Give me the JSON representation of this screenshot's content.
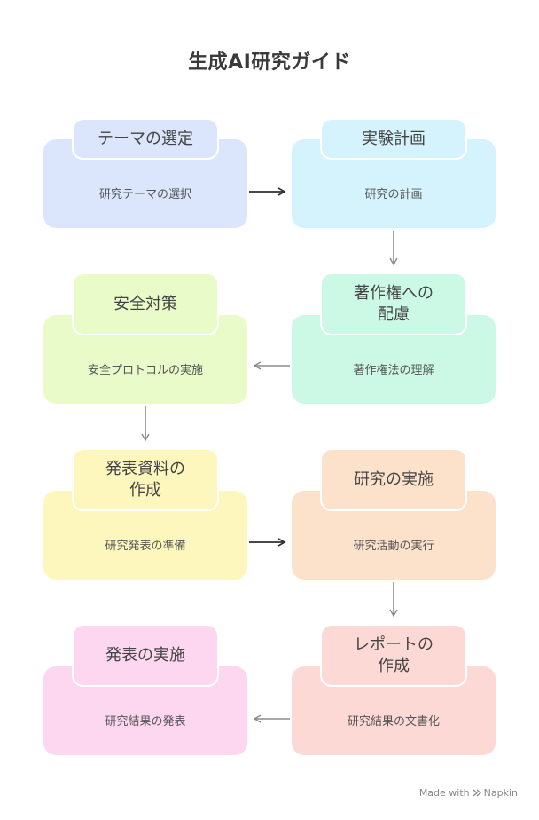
{
  "title": "生成AI研究ガイド",
  "steps": [
    {
      "title": "テーマの選定",
      "desc": "研究テーマの選択",
      "color": "#dbe6fd",
      "tab_color": "#dbe6fd"
    },
    {
      "title": "実験計画",
      "desc": "研究の計画",
      "color": "#d4f3fc",
      "tab_color": "#d4f3fc"
    },
    {
      "title": "著作権への\n配慮",
      "desc": "著作権法の理解",
      "color": "#ccf8e6",
      "tab_color": "#ccf8e6"
    },
    {
      "title": "安全対策",
      "desc": "安全プロトコルの実施",
      "color": "#e8fbc8",
      "tab_color": "#e8fbc8"
    },
    {
      "title": "発表資料の\n作成",
      "desc": "研究発表の準備",
      "color": "#fef7bd",
      "tab_color": "#fef7bd"
    },
    {
      "title": "研究の実施",
      "desc": "研究活動の実行",
      "color": "#fde2cb",
      "tab_color": "#fde2cb"
    },
    {
      "title": "レポートの\n作成",
      "desc": "研究結果の文書化",
      "color": "#fdd9d6",
      "tab_color": "#fdd9d6"
    },
    {
      "title": "発表の実施",
      "desc": "研究結果の発表",
      "color": "#fdd6f0",
      "tab_color": "#fdd6f0"
    }
  ],
  "footer": {
    "made_with": "Made with",
    "brand": "Napkin"
  }
}
